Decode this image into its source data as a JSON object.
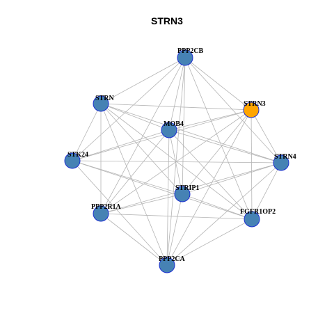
{
  "title": "STRN3",
  "colors": {
    "background": "#ffffff",
    "edge": "#b4b4b4",
    "node_default_fill": "#4682b4",
    "node_highlight_fill": "#ffa500",
    "node_stroke": "#1c2fd1"
  },
  "nodes": [
    {
      "id": "PPP2CB",
      "label": "PPP2CB",
      "highlight": false
    },
    {
      "id": "STRN",
      "label": "STRN",
      "highlight": false
    },
    {
      "id": "STRN3",
      "label": "STRN3",
      "highlight": true
    },
    {
      "id": "MOB4",
      "label": "MOB4",
      "highlight": false
    },
    {
      "id": "STK24",
      "label": "STK24",
      "highlight": false
    },
    {
      "id": "STRN4",
      "label": "STRN4",
      "highlight": false
    },
    {
      "id": "STRIP1",
      "label": "STRIP1",
      "highlight": false
    },
    {
      "id": "PPP2R1A",
      "label": "PPP2R1A",
      "highlight": false
    },
    {
      "id": "FGFR1OP2",
      "label": "FGFR1OP2",
      "highlight": false
    },
    {
      "id": "PPP2CA",
      "label": "PPP2CA",
      "highlight": false
    }
  ],
  "edges": [
    [
      "PPP2CB",
      "STRN"
    ],
    [
      "PPP2CB",
      "STRN3"
    ],
    [
      "PPP2CB",
      "MOB4"
    ],
    [
      "PPP2CB",
      "STK24"
    ],
    [
      "PPP2CB",
      "STRN4"
    ],
    [
      "PPP2CB",
      "STRIP1"
    ],
    [
      "PPP2CB",
      "PPP2R1A"
    ],
    [
      "PPP2CB",
      "FGFR1OP2"
    ],
    [
      "PPP2CB",
      "PPP2CA"
    ],
    [
      "STRN",
      "STRN3"
    ],
    [
      "STRN",
      "MOB4"
    ],
    [
      "STRN",
      "STK24"
    ],
    [
      "STRN",
      "STRN4"
    ],
    [
      "STRN",
      "STRIP1"
    ],
    [
      "STRN",
      "PPP2R1A"
    ],
    [
      "STRN",
      "FGFR1OP2"
    ],
    [
      "STRN",
      "PPP2CA"
    ],
    [
      "STRN3",
      "MOB4"
    ],
    [
      "STRN3",
      "STK24"
    ],
    [
      "STRN3",
      "STRN4"
    ],
    [
      "STRN3",
      "STRIP1"
    ],
    [
      "STRN3",
      "PPP2R1A"
    ],
    [
      "STRN3",
      "FGFR1OP2"
    ],
    [
      "STRN3",
      "PPP2CA"
    ],
    [
      "MOB4",
      "STK24"
    ],
    [
      "MOB4",
      "STRN4"
    ],
    [
      "MOB4",
      "STRIP1"
    ],
    [
      "MOB4",
      "PPP2R1A"
    ],
    [
      "MOB4",
      "FGFR1OP2"
    ],
    [
      "MOB4",
      "PPP2CA"
    ],
    [
      "STK24",
      "STRN4"
    ],
    [
      "STK24",
      "STRIP1"
    ],
    [
      "STK24",
      "FGFR1OP2"
    ],
    [
      "STK24",
      "PPP2CA"
    ],
    [
      "STRN4",
      "STRIP1"
    ],
    [
      "STRN4",
      "PPP2R1A"
    ],
    [
      "STRN4",
      "FGFR1OP2"
    ],
    [
      "STRN4",
      "PPP2CA"
    ],
    [
      "STRIP1",
      "PPP2R1A"
    ],
    [
      "STRIP1",
      "FGFR1OP2"
    ],
    [
      "STRIP1",
      "PPP2CA"
    ],
    [
      "PPP2R1A",
      "FGFR1OP2"
    ],
    [
      "PPP2R1A",
      "PPP2CA"
    ],
    [
      "FGFR1OP2",
      "PPP2CA"
    ]
  ]
}
